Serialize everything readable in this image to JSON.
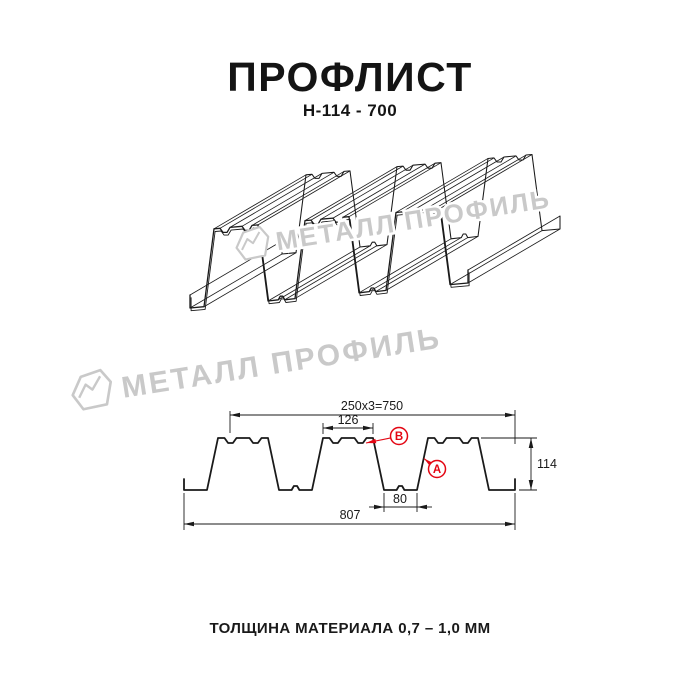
{
  "header": {
    "title": "ПРОФЛИСТ",
    "subtitle": "Н-114 - 700"
  },
  "watermark": {
    "text": "МЕТАЛЛ ПРОФИЛЬ"
  },
  "footer": {
    "text": "ТОЛЩИНА МАТЕРИАЛА 0,7 – 1,0 ММ"
  },
  "dimensions": {
    "top_span": "250x3=750",
    "flange_width": "126",
    "valley_width": "80",
    "total_width": "807",
    "height": "114"
  },
  "markers": {
    "b": "В",
    "a": "А"
  },
  "colors": {
    "line": "#1a1a1a",
    "accent": "#e30613",
    "watermark": "#c9c9c9"
  }
}
